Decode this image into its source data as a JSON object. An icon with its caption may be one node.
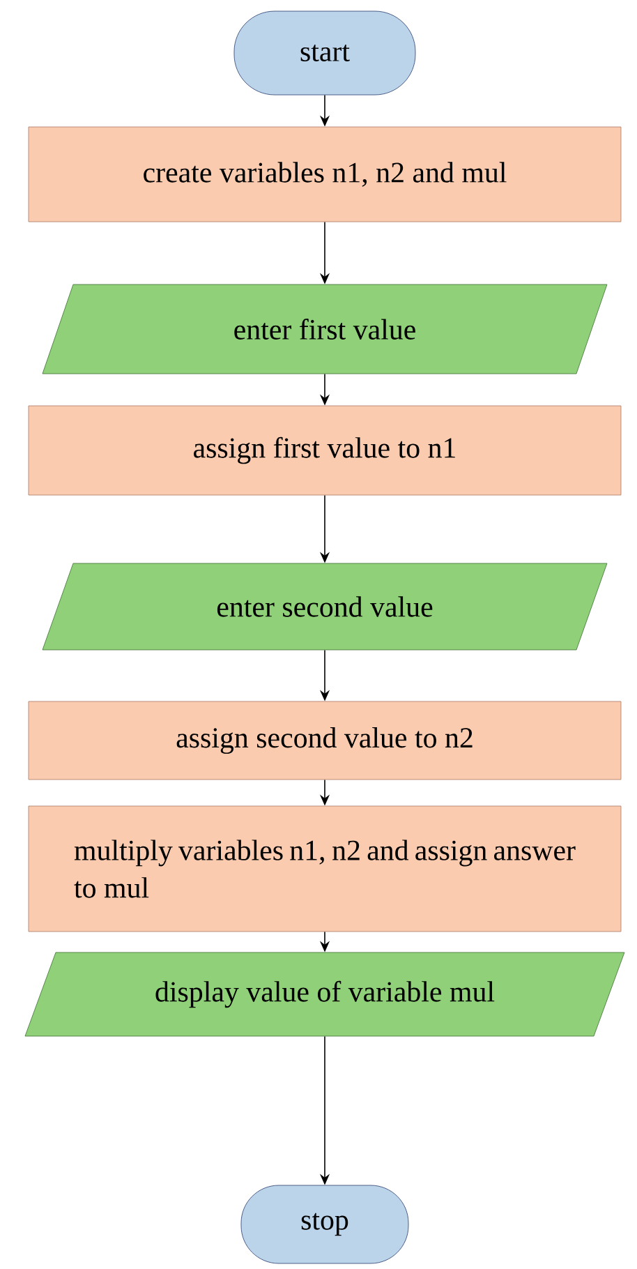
{
  "diagram": {
    "nodes": [
      {
        "text": [
          "start"
        ]
      },
      {
        "text": [
          "create variables n1, n2 and mul"
        ]
      },
      {
        "text": [
          "enter first value"
        ]
      },
      {
        "text": [
          "assign first value to n1"
        ]
      },
      {
        "text": [
          "enter second value"
        ]
      },
      {
        "text": [
          "assign second value to n2"
        ]
      },
      {
        "text": [
          "multiply variables n1, n2 and assign answer to mul"
        ]
      },
      {
        "text": [
          "display value of variable mul"
        ]
      },
      {
        "text": [
          "stop"
        ]
      }
    ],
    "edges": [
      {
        "from": 0,
        "to": 1,
        "arrow": "to"
      },
      {
        "from": 1,
        "to": 2,
        "arrow": "to"
      },
      {
        "from": 2,
        "to": 3,
        "arrow": "to"
      },
      {
        "from": 3,
        "to": 4,
        "arrow": "to"
      },
      {
        "from": 4,
        "to": 5,
        "arrow": "to"
      },
      {
        "from": 5,
        "to": 6,
        "arrow": "to"
      },
      {
        "from": 6,
        "to": 7,
        "arrow": "to"
      },
      {
        "from": 7,
        "to": 8,
        "arrow": "to"
      }
    ]
  }
}
